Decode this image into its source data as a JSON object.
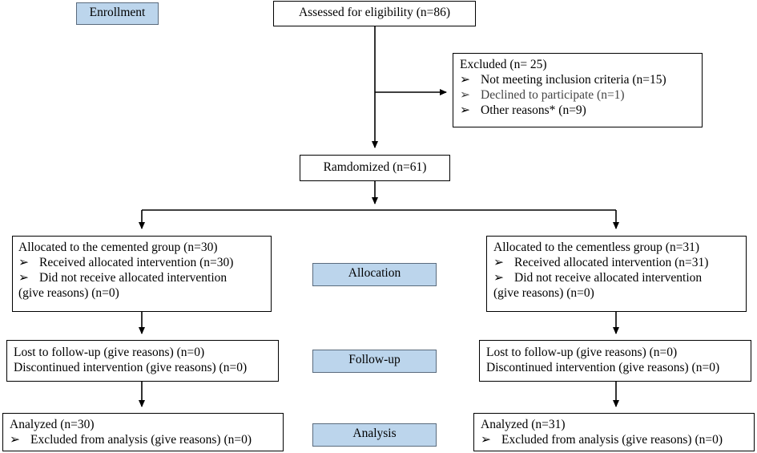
{
  "stages": {
    "enrollment": "Enrollment",
    "allocation": "Allocation",
    "follow_up": "Follow-up",
    "analysis": "Analysis"
  },
  "assessed": "Assessed for eligibility (n=86)",
  "excluded": {
    "title": "Excluded (n= 25)",
    "items": [
      "Not meeting inclusion criteria (n=15)",
      "Declined to participate (n=1)",
      "Other reasons* (n=9)"
    ]
  },
  "randomized": "Ramdomized (n=61)",
  "left": {
    "allocation_title": "Allocated to the cemented group (n=30)",
    "allocation_items": [
      "Received allocated intervention (n=30)",
      "Did not receive allocated intervention"
    ],
    "allocation_tail": "(give reasons) (n=0)",
    "followup_lines": [
      "Lost to follow-up (give reasons) (n=0)",
      "Discontinued intervention (give reasons) (n=0)"
    ],
    "analysis_title": "Analyzed (n=30)",
    "analysis_item": "Excluded from analysis (give reasons) (n=0)"
  },
  "right": {
    "allocation_title": "Allocated to the cementless group (n=31)",
    "allocation_items": [
      "Received allocated intervention (n=31)",
      "Did not receive allocated intervention"
    ],
    "allocation_tail": "(give reasons) (n=0)",
    "followup_lines": [
      "Lost to follow-up (give reasons) (n=0)",
      "Discontinued intervention (give reasons) (n=0)"
    ],
    "analysis_title": "Analyzed (n=31)",
    "analysis_item": "Excluded from analysis (give reasons) (n=0)"
  },
  "bullet_glyph": "➢",
  "colors": {
    "stage_fill": "#bcd5ec",
    "stroke": "#000000"
  }
}
